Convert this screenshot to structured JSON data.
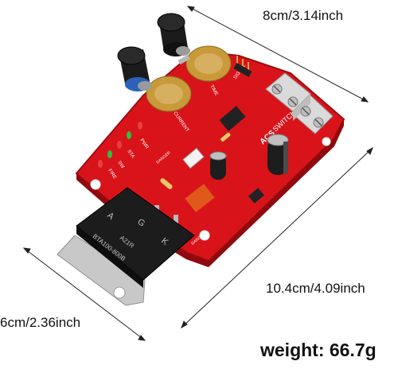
{
  "dimensions": {
    "top": "8cm/3.14inch",
    "right": "10.4cm/4.09inch",
    "left": "6cm/2.36inch"
  },
  "weight": "weight: 66.7g",
  "board": {
    "color": "#d8141a",
    "silkscreen": [
      "ACS",
      "SWITCH",
      "SIGNAL",
      "TIME",
      "CURRENT",
      "PWR",
      "STA",
      "SW",
      "FIRE",
      "DANGER",
      "BTA100-800B",
      "A21R"
    ],
    "triac_marking": "BTA100-800B",
    "triac_letters": [
      "A",
      "G",
      "K"
    ],
    "triac_code": "A21R"
  }
}
